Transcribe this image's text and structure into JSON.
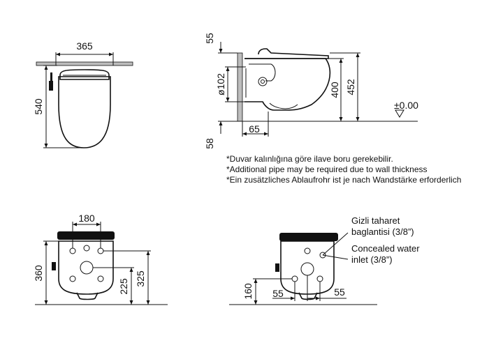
{
  "front_view": {
    "width_dim": "365",
    "height_dim": "540"
  },
  "side_view": {
    "top_offset_dim": "55",
    "pipe_dim": "ø102",
    "rim_height_dim": "400",
    "total_height_dim": "452",
    "wall_offset_dim": "65",
    "bottom_offset_dim": "58",
    "floor_level_label": "±0.00"
  },
  "notes": [
    "*Duvar kalınlığına göre ilave boru gerekebilir.",
    "*Additional pipe may be required due to wall thickness",
    "*Ein zusätzliches Ablaufrohr ist je nach Wandstärke erforderlich"
  ],
  "mounting_view": {
    "bolt_spacing_dim": "180",
    "height_360": "360",
    "height_325": "325",
    "height_225": "225"
  },
  "inlet_view": {
    "label_tr_line1": "Gizli taharet",
    "label_tr_line2": "baglantisi  (3/8”)",
    "label_en_line1": "Concealed water",
    "label_en_line2": "inlet  (3/8”)",
    "height_160": "160",
    "offset_left": "55",
    "offset_right": "55"
  },
  "colors": {
    "line": "#111111",
    "wall_fill": "#bdbdbd",
    "background": "#ffffff"
  }
}
